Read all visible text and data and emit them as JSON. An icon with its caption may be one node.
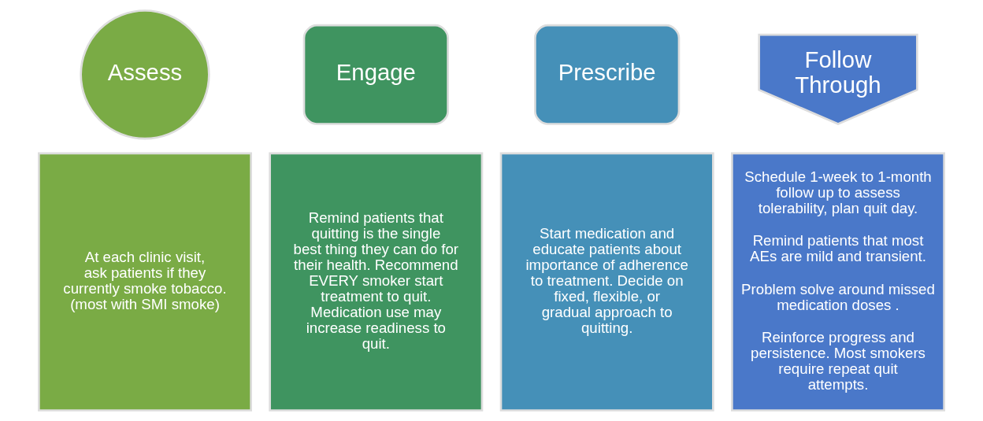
{
  "diagram": {
    "nodes": [
      {
        "text": [
          "Assess"
        ]
      },
      {
        "text": [
          "Engage"
        ]
      },
      {
        "text": [
          "Prescribe"
        ]
      },
      {
        "text": [
          "Follow Through"
        ]
      },
      {
        "text": [
          "At each clinic visit, ask patients if they currently smoke tobacco. (most with SMI smoke)"
        ]
      },
      {
        "text": [
          "Remind patients that quitting is the single best thing they can do for their health. Recommend EVERY smoker start treatment to quit. Medication use may increase readiness to quit."
        ]
      },
      {
        "text": [
          "Start medication and educate patients about importance of adherence to treatment. Decide on fixed, flexible, or gradual approach to quitting."
        ]
      },
      {
        "text": [
          "Schedule 1-week to 1-month follow up to assess tolerability, plan quit day.",
          "Remind patients that most AEs are mild and transient.",
          "Problem solve around missed medication doses .",
          "Reinforce progress and persistence. Most smokers require repeat quit attempts."
        ]
      }
    ]
  }
}
